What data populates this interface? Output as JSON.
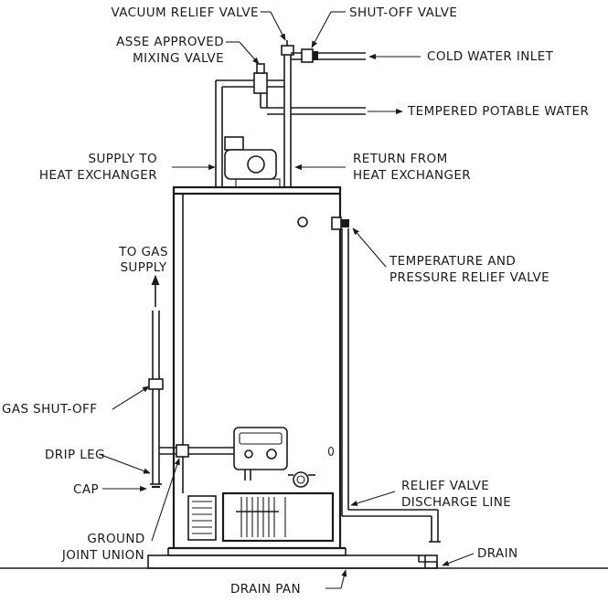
{
  "labels": {
    "vacuum_relief_valve": "VACUUM RELIEF VALVE",
    "shut_off_valve": "SHUT-OFF VALVE",
    "asse_line1": "ASSE APPROVED",
    "asse_line2": "MIXING VALVE",
    "cold_water_inlet": "COLD WATER INLET",
    "tempered_potable_water": "TEMPERED POTABLE WATER",
    "supply_line1": "SUPPLY TO",
    "supply_line2": "HEAT EXCHANGER",
    "return_line1": "RETURN FROM",
    "return_line2": "HEAT EXCHANGER",
    "to_gas_line1": "TO GAS",
    "to_gas_line2": "SUPPLY",
    "tp_line1": "TEMPERATURE AND",
    "tp_line2": "PRESSURE RELIEF VALVE",
    "gas_shut_off": "GAS SHUT-OFF",
    "drip_leg": "DRIP LEG",
    "cap": "CAP",
    "relief_line1": "RELIEF VALVE",
    "relief_line2": "DISCHARGE LINE",
    "ground_line1": "GROUND",
    "ground_line2": "JOINT UNION",
    "drain": "DRAIN",
    "drain_pan": "DRAIN PAN"
  }
}
